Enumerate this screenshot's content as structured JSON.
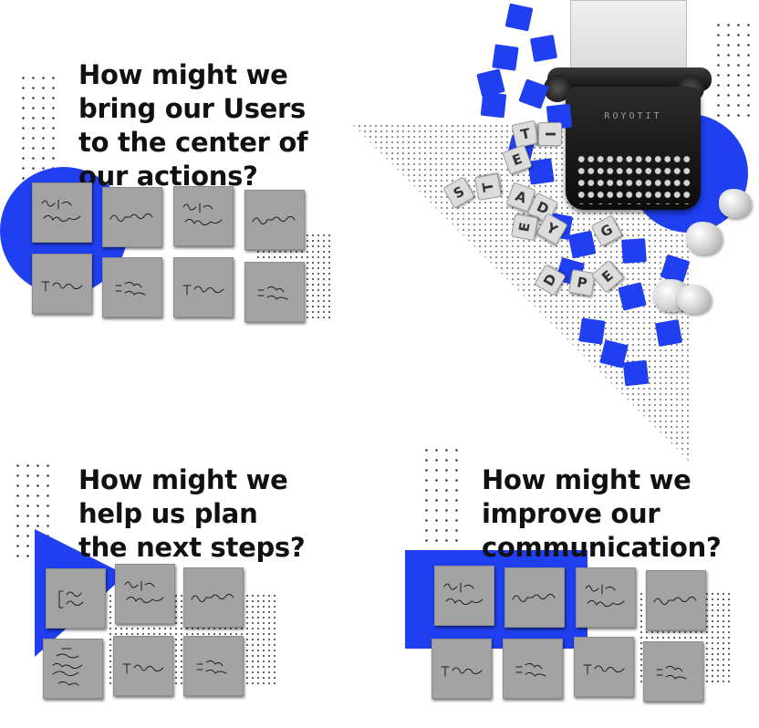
{
  "sections": [
    {
      "id": "users",
      "heading_lines": [
        "How might we",
        "bring our Users",
        "to the center of",
        "our actions?"
      ]
    },
    {
      "id": "plan",
      "heading_lines": [
        "How might we",
        "help us plan",
        "the next steps?"
      ]
    },
    {
      "id": "communication",
      "heading_lines": [
        "How might we",
        "improve our",
        "communication?"
      ]
    }
  ],
  "typewriter": {
    "brand": "ROYOTIT",
    "letter_tiles": [
      "T",
      "I",
      "E",
      "T",
      "S",
      "A",
      "D",
      "Y",
      "E",
      "G",
      "D",
      "P",
      "E"
    ]
  },
  "colors": {
    "accent_blue": "#1f3ff0",
    "note_gray": "#a3a3a3",
    "heading_text": "#111111"
  }
}
